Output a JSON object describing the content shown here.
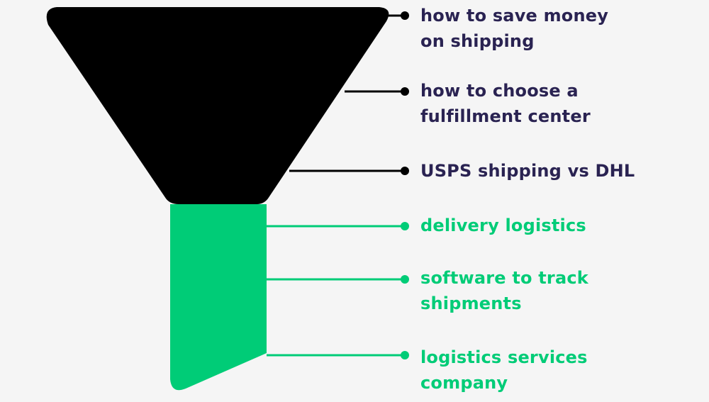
{
  "colors": {
    "background": "#f5f5f5",
    "funnel_top": "#000000",
    "funnel_bottom": "#00cc77",
    "dark_text": "#2a2352",
    "green_text": "#00cc77"
  },
  "funnel": {
    "top_section_color": "black",
    "bottom_section_color": "green"
  },
  "labels": [
    {
      "lines": [
        "how to save money",
        "on shipping"
      ],
      "tone": "dark"
    },
    {
      "lines": [
        "how to choose a",
        "fulfillment center"
      ],
      "tone": "dark"
    },
    {
      "lines": [
        "USPS shipping vs DHL"
      ],
      "tone": "dark"
    },
    {
      "lines": [
        "delivery logistics"
      ],
      "tone": "green"
    },
    {
      "lines": [
        "software to track",
        "shipments"
      ],
      "tone": "green"
    },
    {
      "lines": [
        "logistics services",
        "company"
      ],
      "tone": "green"
    }
  ]
}
